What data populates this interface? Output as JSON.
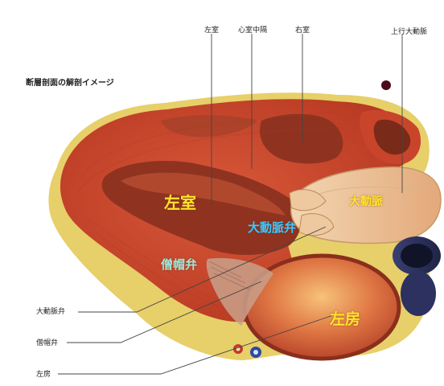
{
  "title": "断層剖面の解剖イメージ",
  "top_labels": {
    "left_ventricle": "左室",
    "septum": "心室中隔",
    "right_ventricle": "右室",
    "ascending_aorta": "上行大動脈"
  },
  "left_labels": {
    "aortic_valve": "大動脈弁",
    "mitral_valve": "僧帽弁",
    "left_atrium": "左房"
  },
  "overlay_labels": {
    "left_ventricle": "左室",
    "aorta": "大動脈",
    "aortic_valve": "大動脈弁",
    "mitral_valve": "僧帽弁",
    "left_atrium": "左房"
  },
  "colors": {
    "muscle": "#c8442a",
    "cavity": "#8a2f1c",
    "fat": "#e7cf6a",
    "overlay_yellow": "#ffe52a",
    "overlay_cyan": "#38c8ff",
    "overlay_mint": "#9fe8d8"
  }
}
